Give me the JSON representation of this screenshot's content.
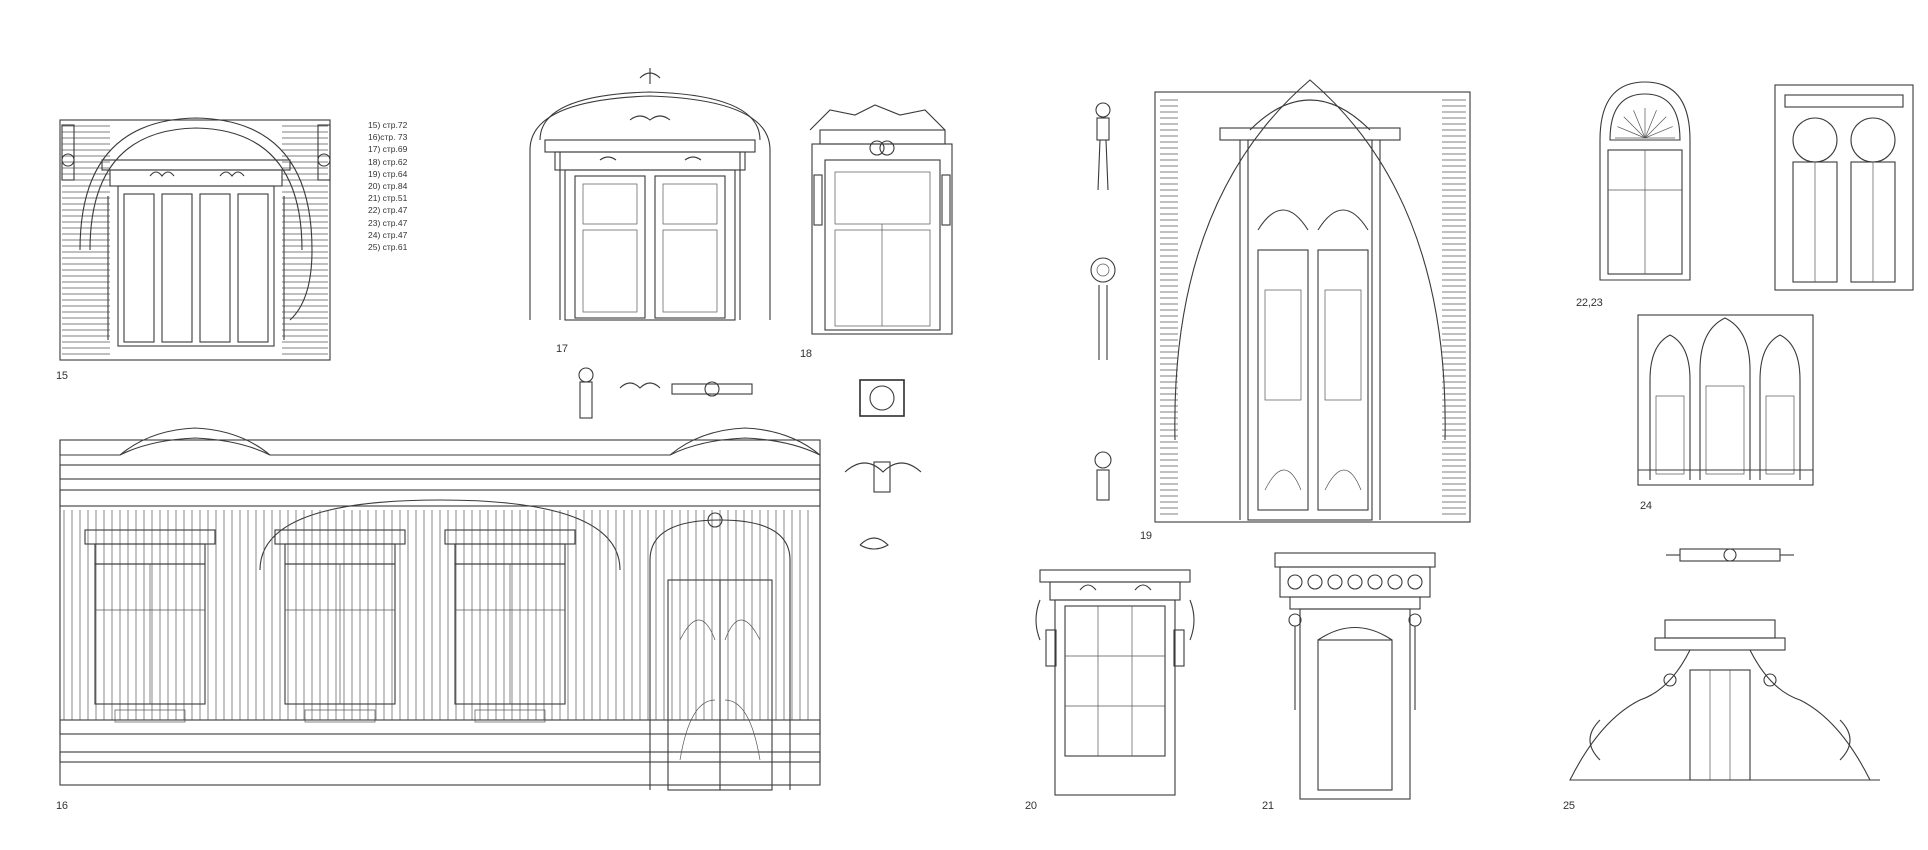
{
  "references": [
    "15) стр.72",
    "16)стр. 73",
    "17) стр.69",
    "18) стр.62",
    "19) стр.64",
    "20) стр.84",
    "21) стр.51",
    "22) стр.47",
    "23) стр.47",
    "24) стр.47",
    "25) стр.61"
  ],
  "labels": {
    "f15": "15",
    "f16": "16",
    "f17": "17",
    "f18": "18",
    "f19": "19",
    "f20": "20",
    "f21": "21",
    "f22_23": "22,23",
    "f24": "24",
    "f25": "25"
  },
  "colors": {
    "line": "#3a3a3a",
    "background": "#ffffff",
    "text": "#333333"
  }
}
